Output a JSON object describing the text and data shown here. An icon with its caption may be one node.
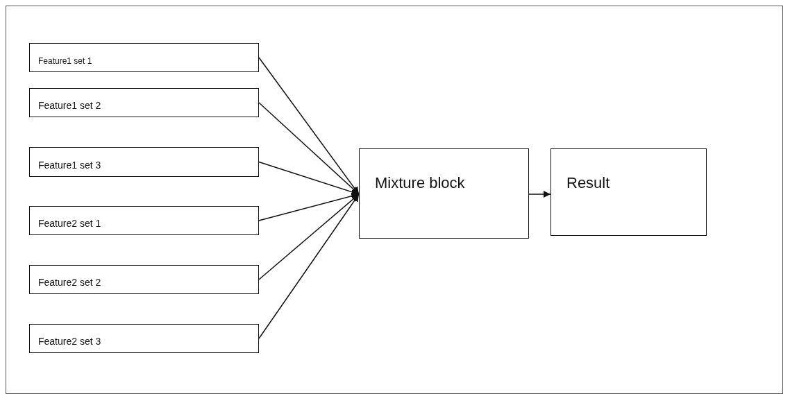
{
  "diagram": {
    "nodes": [
      {
        "text": [
          "Feature1 set 1"
        ]
      },
      {
        "text": [
          "Feature1 set 2"
        ]
      },
      {
        "text": [
          "Feature1 set 3"
        ]
      },
      {
        "text": [
          "Feature2 set 1"
        ]
      },
      {
        "text": [
          "Feature2 set 2"
        ]
      },
      {
        "text": [
          "Feature2 set 3"
        ]
      },
      {
        "text": [
          "Mixture block"
        ]
      },
      {
        "text": [
          "Result"
        ]
      }
    ],
    "edges": [
      {
        "from": 0,
        "to": 6,
        "arrow": "to"
      },
      {
        "from": 1,
        "to": 6,
        "arrow": "to"
      },
      {
        "from": 2,
        "to": 6,
        "arrow": "to"
      },
      {
        "from": 3,
        "to": 6,
        "arrow": "to"
      },
      {
        "from": 4,
        "to": 6,
        "arrow": "to"
      },
      {
        "from": 5,
        "to": 6,
        "arrow": "to"
      },
      {
        "from": 6,
        "to": 7,
        "arrow": "to"
      }
    ]
  }
}
